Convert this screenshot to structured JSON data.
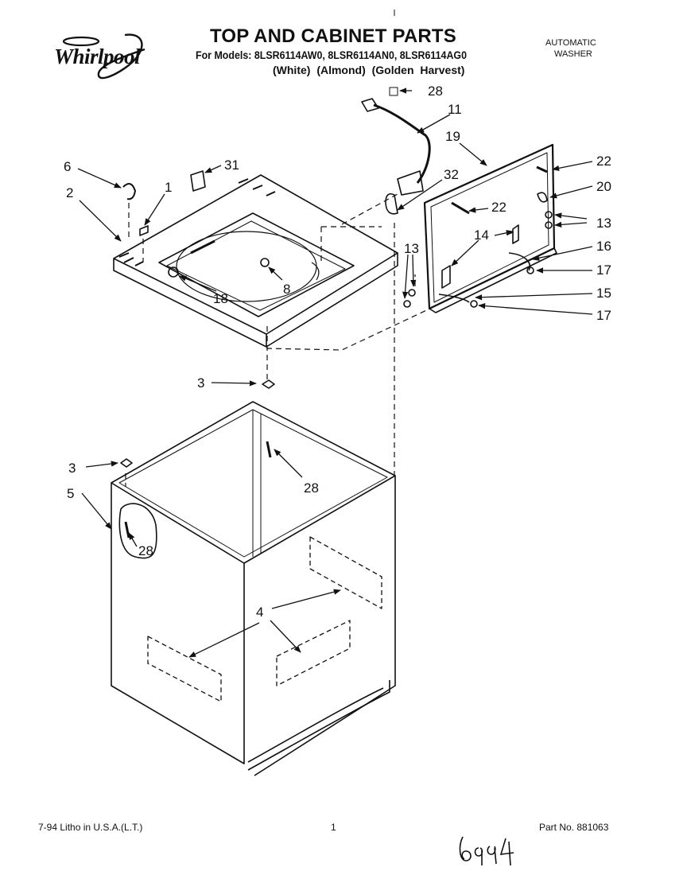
{
  "header": {
    "brand": "Whirlpool",
    "title": "TOP AND CABINET PARTS",
    "models_line": "For Models: 8LSR6114AW0, 8LSR6114AN0, 8LSR6114AG0",
    "colors_line": "(White) (Almond) (Golden Harvest)",
    "product_type_line1": "AUTOMATIC",
    "product_type_line2": "WASHER"
  },
  "callouts": {
    "c6": "6",
    "c2": "2",
    "c1": "1",
    "c31": "31",
    "c28a": "28",
    "c11": "11",
    "c19": "19",
    "c32": "32",
    "c22a": "22",
    "c22b": "22",
    "c20": "20",
    "c14": "14",
    "c13a": "13",
    "c13b": "13",
    "c16": "16",
    "c17a": "17",
    "c15": "15",
    "c17b": "17",
    "c8": "8",
    "c18": "18",
    "c3a": "3",
    "c3b": "3",
    "c28b": "28",
    "c5": "5",
    "c28c": "28",
    "c4": "4"
  },
  "footer": {
    "date_litho": "7-94 Litho in U.S.A.(L.T.)",
    "page_number": "1",
    "part_number": "Part No. 881063"
  }
}
